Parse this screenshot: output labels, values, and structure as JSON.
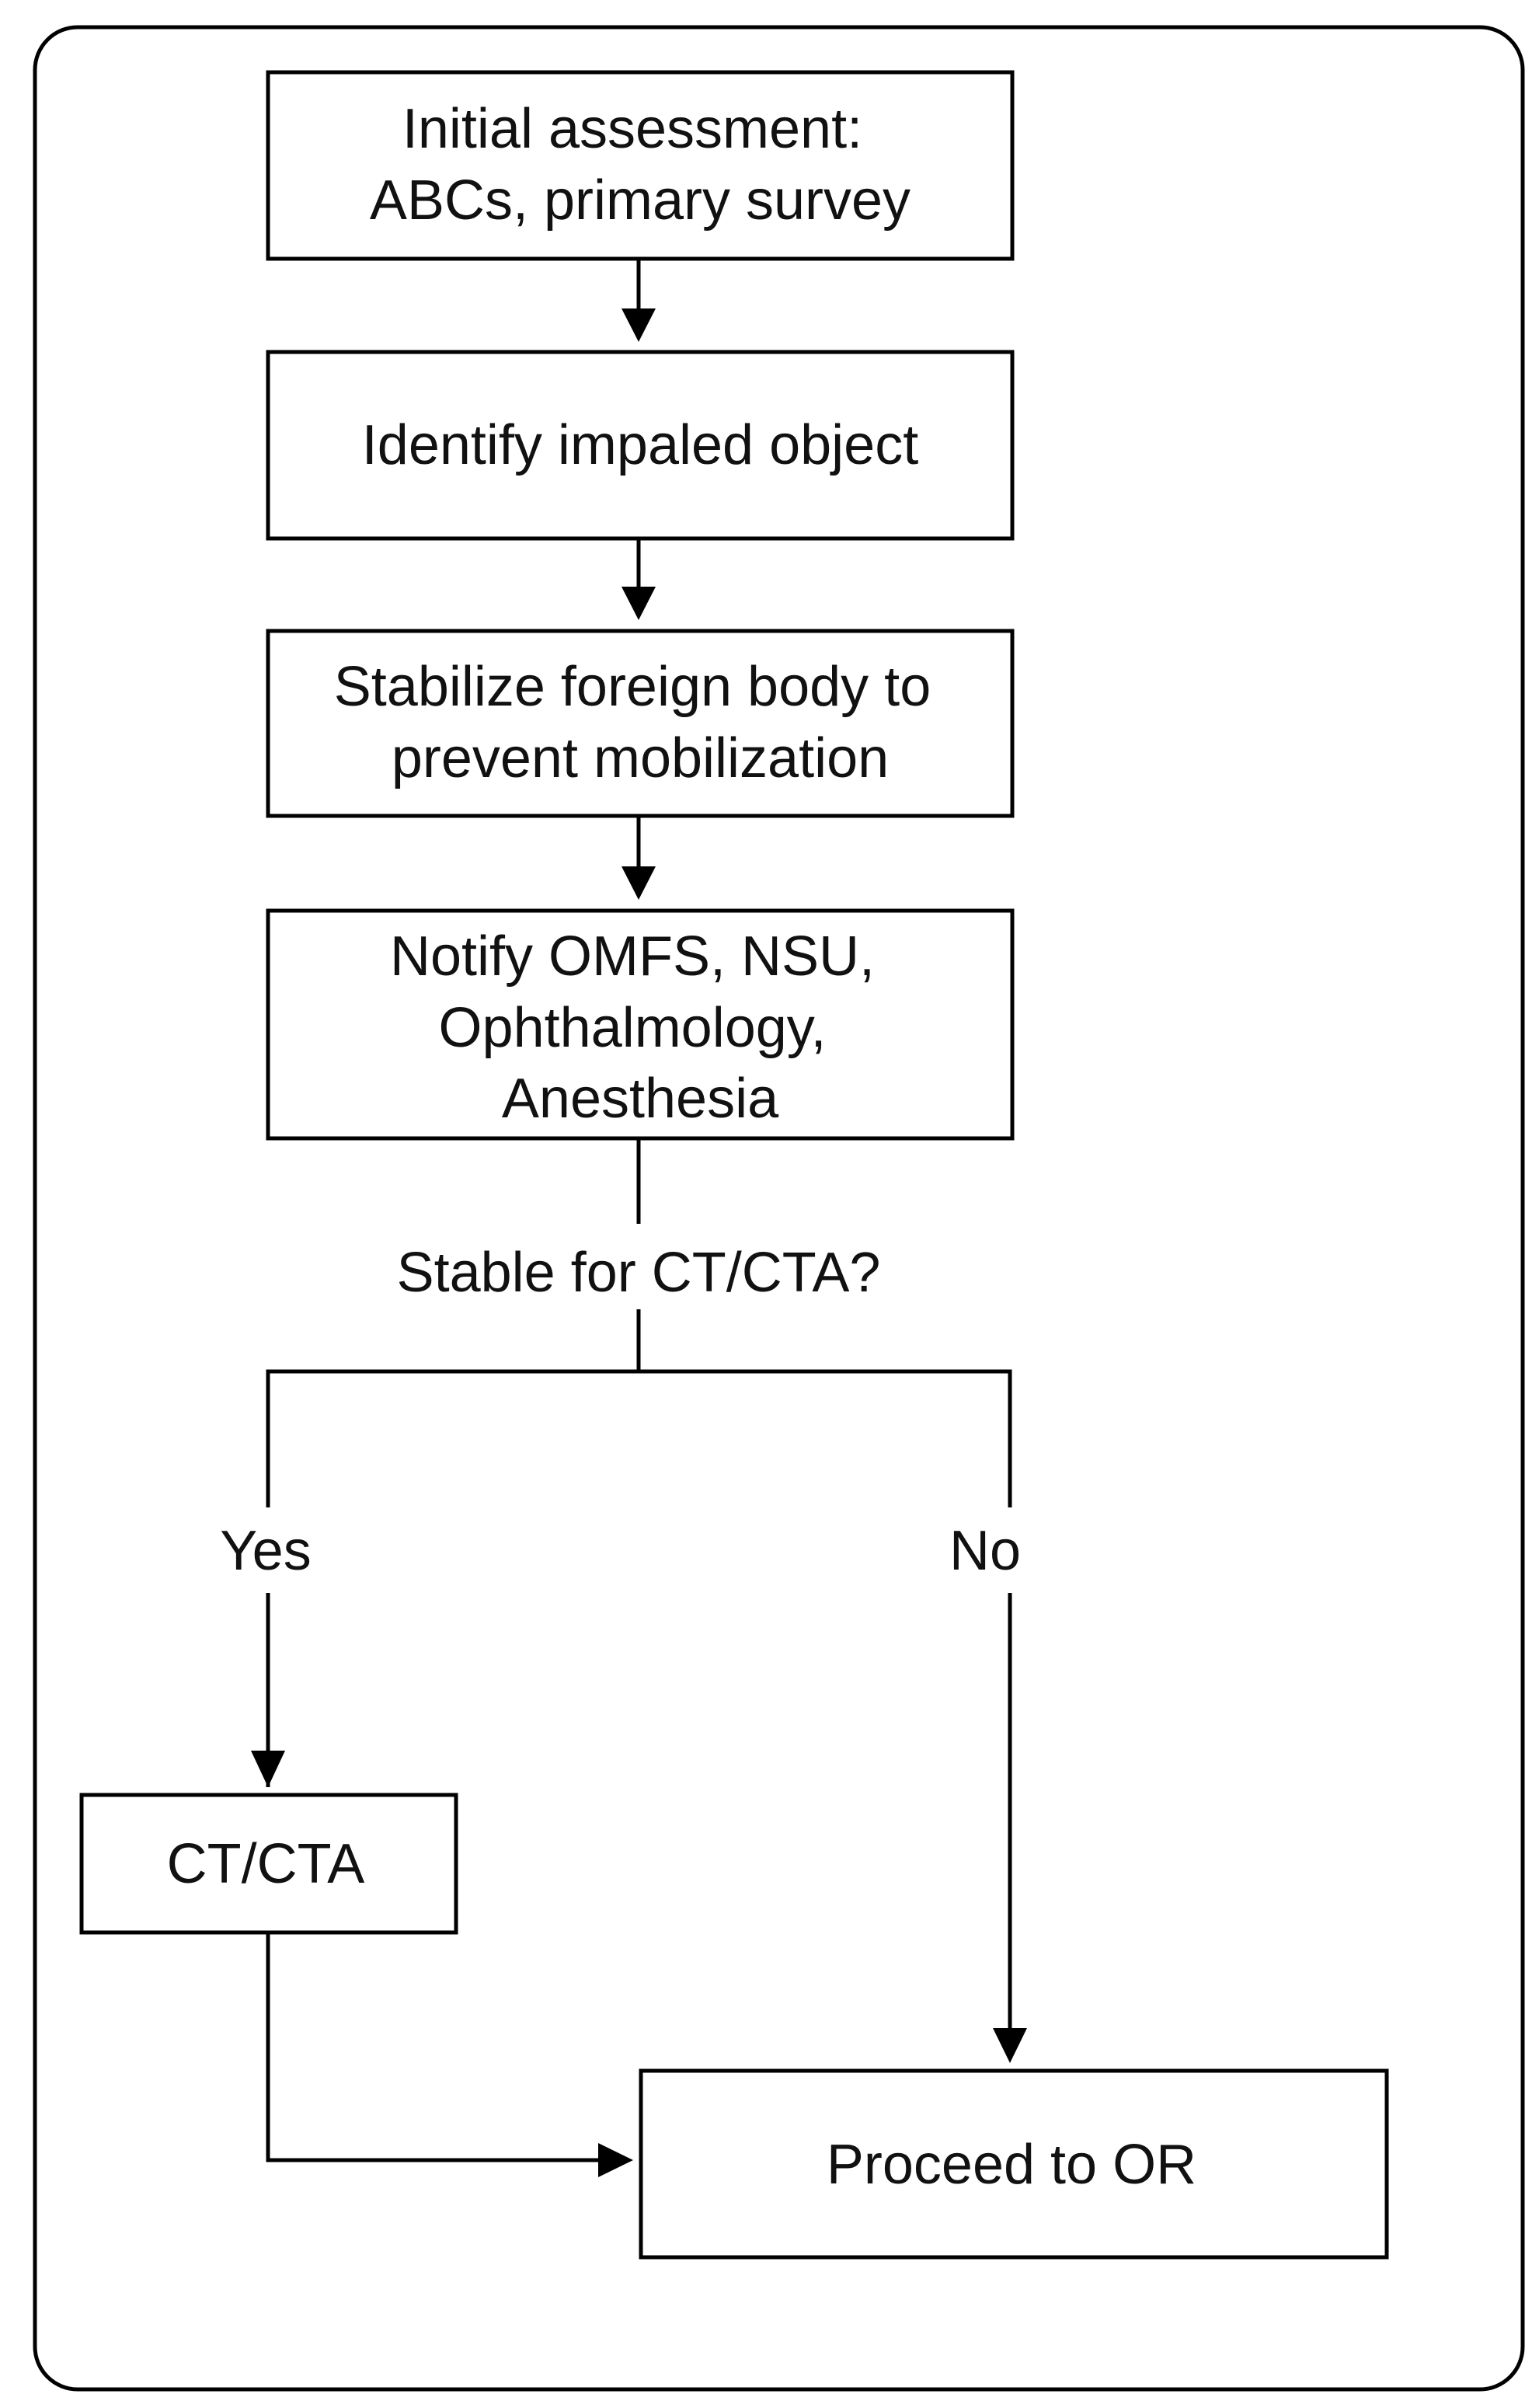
{
  "steps": {
    "initial_assessment": [
      "Initial assessment:",
      "ABCs, primary survey"
    ],
    "identify_object": [
      "Identify impaled object"
    ],
    "stabilize": [
      "Stabilize foreign body to",
      "prevent mobilization"
    ],
    "notify": [
      "Notify OMFS, NSU,",
      "Ophthalmology,",
      "Anesthesia"
    ],
    "ct_cta": [
      "CT/CTA"
    ],
    "proceed_or": [
      "Proceed to OR"
    ]
  },
  "decision": {
    "question": "Stable for CT/CTA?",
    "yes": "Yes",
    "no": "No"
  }
}
